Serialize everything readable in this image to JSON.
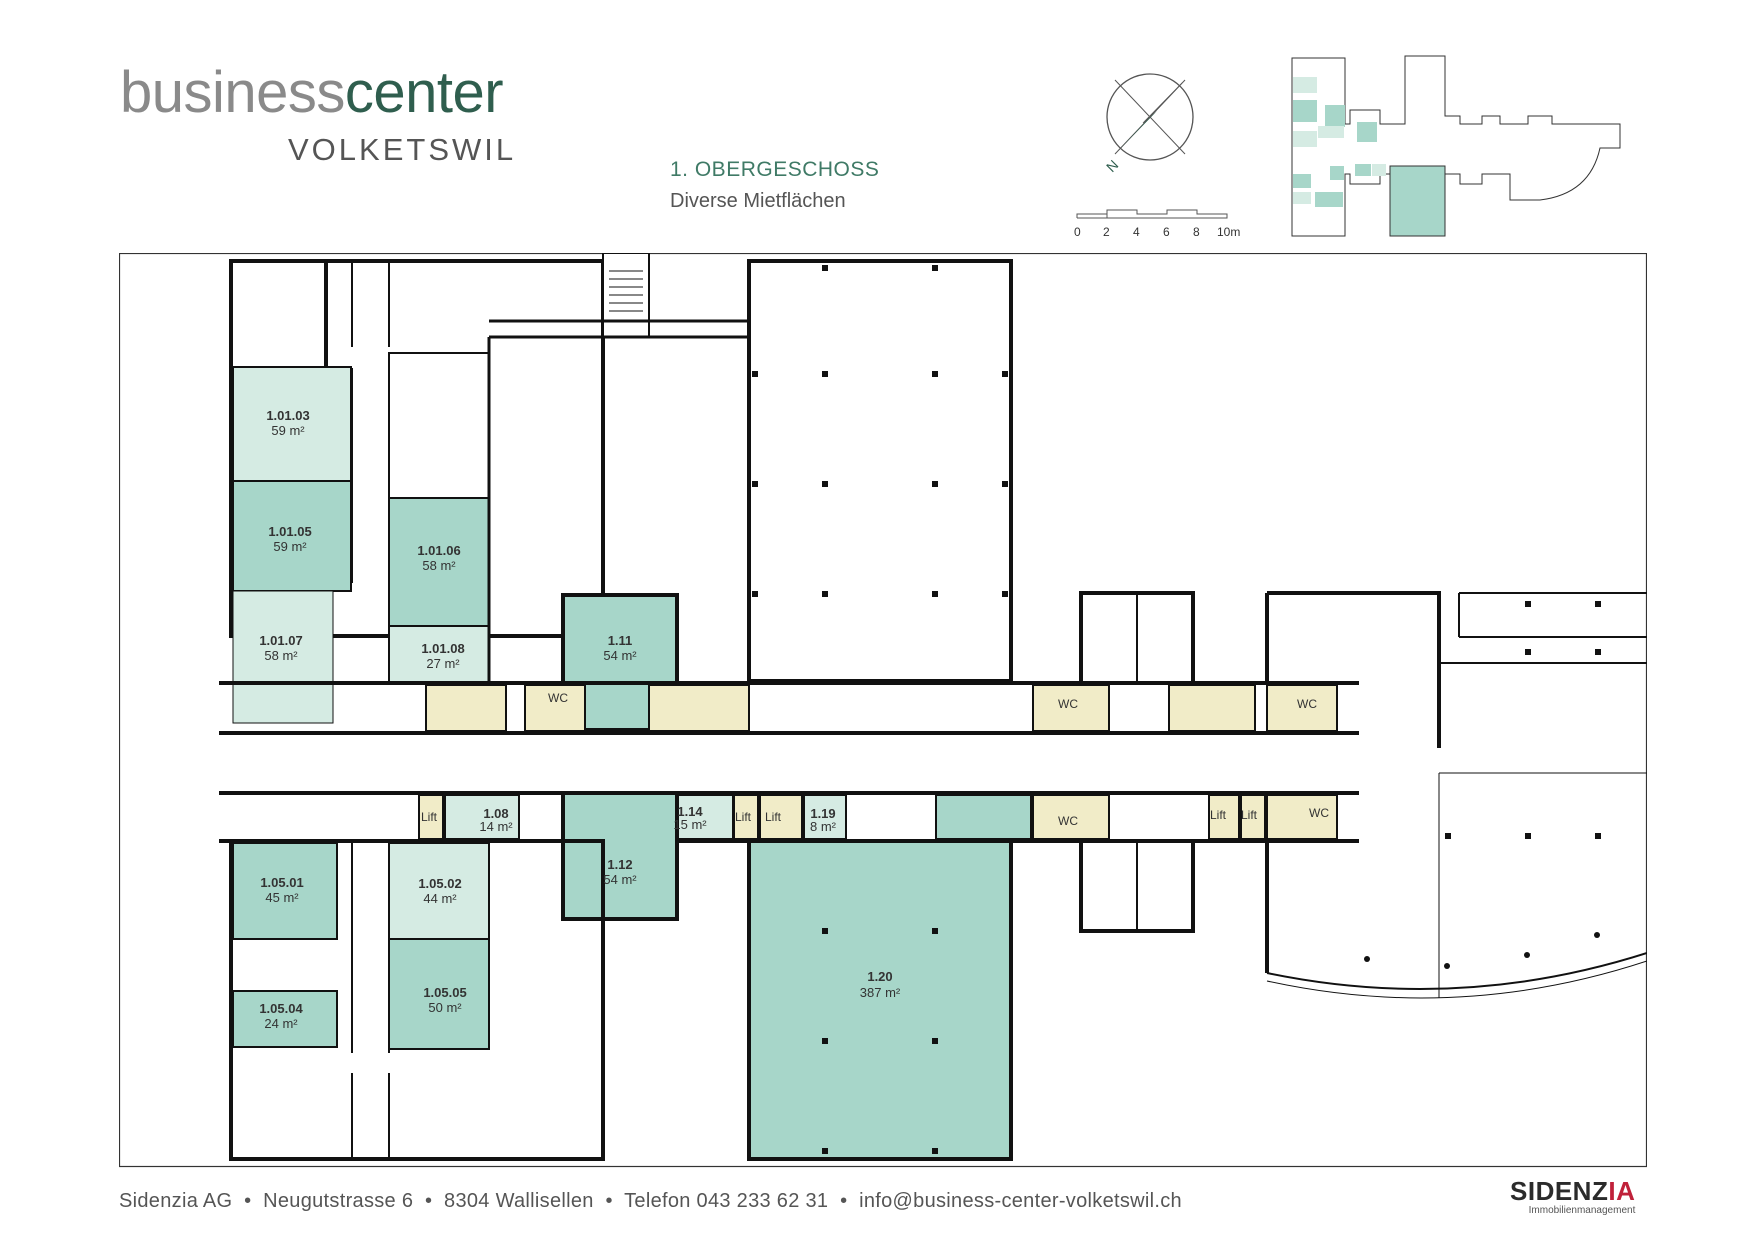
{
  "brand": {
    "part1": "business",
    "part2": "center",
    "subtitle": "VOLKETSWIL"
  },
  "floor": {
    "title": "1. OBERGESCHOSS",
    "subtitle": "Diverse Mietflächen"
  },
  "compass": {
    "north_label": "N"
  },
  "scale": {
    "ticks": [
      "0",
      "2",
      "4",
      "6",
      "8",
      "10m"
    ]
  },
  "colors": {
    "rented_dark": "#a7d6c9",
    "rented_light": "#d5ebe3",
    "core": "#f1ecc8",
    "wall": "#111111",
    "brand_green": "#2f5e4e"
  },
  "rooms": [
    {
      "id": "1.01.03",
      "area": "59 m²"
    },
    {
      "id": "1.01.05",
      "area": "59 m²"
    },
    {
      "id": "1.01.06",
      "area": "58 m²"
    },
    {
      "id": "1.01.07",
      "area": "58 m²"
    },
    {
      "id": "1.01.08",
      "area": "27 m²"
    },
    {
      "id": "1.11",
      "area": "54 m²"
    },
    {
      "id": "1.08",
      "area": "14 m²"
    },
    {
      "id": "1.14",
      "area": "15 m²"
    },
    {
      "id": "1.19",
      "area": "8 m²"
    },
    {
      "id": "1.12",
      "area": "54 m²"
    },
    {
      "id": "1.05.01",
      "area": "45 m²"
    },
    {
      "id": "1.05.02",
      "area": "44 m²"
    },
    {
      "id": "1.05.04",
      "area": "24 m²"
    },
    {
      "id": "1.05.05",
      "area": "50 m²"
    },
    {
      "id": "1.20",
      "area": "387 m²"
    }
  ],
  "labels": {
    "lift": "Lift",
    "wc": "WC"
  },
  "footer": {
    "company": "Sidenzia AG",
    "street": "Neugutstrasse 6",
    "city": "8304 Wallisellen",
    "phone": "Telefon 043 233 62 31",
    "email": "info@business-center-volketswil.ch",
    "sep": "•"
  },
  "logo": {
    "name_a": "SIDENZ",
    "name_b": "IA",
    "tagline": "Immobilienmanagement"
  }
}
